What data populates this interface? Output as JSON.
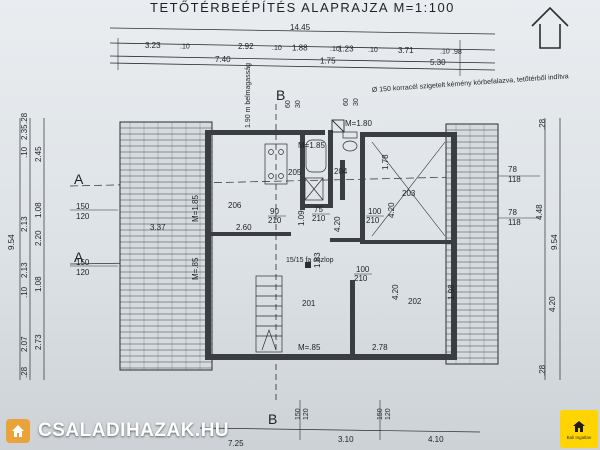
{
  "plan": {
    "title": "TETŐTÉRBEÉPÍTÉS ALAPRAJZA M=1:100",
    "top_dims": {
      "overall": "14.45",
      "row1": [
        "3.23",
        ".10",
        "2.92",
        ".10",
        "1.88",
        ".10",
        "1.23",
        ".10",
        "3.71",
        ".10",
        ".98"
      ],
      "row2": [
        "7.40",
        "1.75",
        "5.30"
      ]
    },
    "notes": {
      "chimney": "Ø 150 korracél szigetelt kémény körbefalazva, tetőtérből indítva",
      "floor_height": "1.90 m belmagasság",
      "column": "15/15 fa oszlop"
    },
    "rooms": [
      "206",
      "205",
      "204",
      "203",
      "201",
      "202"
    ],
    "left_dims": {
      "outer": "9.54",
      "col_a": [
        ".28",
        "2.07",
        ".10",
        "2.13",
        "2.13",
        ".10",
        "2.35",
        ".28"
      ],
      "col_b": [
        "2.45",
        "1.08",
        "2.20",
        "1.08",
        "2.73"
      ],
      "window_1": [
        "150",
        "120"
      ],
      "window_2": [
        "150",
        "120"
      ]
    },
    "right_dims": {
      "outer": "9.54",
      "col": [
        "4.48",
        "4.20",
        ".28",
        ".28"
      ],
      "window_1": [
        "78",
        "118"
      ],
      "window_2": [
        "78",
        "118"
      ]
    },
    "inner_labels": [
      "M=1.80",
      "M=1.85",
      "M=1.85",
      "M=.85",
      "M=.85",
      "2.78",
      "3.37",
      "2.60",
      "1.78",
      "4.20",
      "4.20",
      "1.98",
      "1.09",
      "1.83",
      "4.20"
    ],
    "door_labels": [
      {
        "w": "90",
        "h": "210"
      },
      {
        "w": "75",
        "h": "210"
      },
      {
        "w": "100",
        "h": "210"
      },
      {
        "w": "100",
        "h": "210"
      }
    ],
    "bottom_dims": [
      "7.25",
      "3.10",
      "4.10"
    ],
    "section_labels": {
      "a": "A",
      "b": "B"
    },
    "top_numbers": [
      "60",
      "30",
      "60",
      "30"
    ],
    "bottom_numbers": [
      "150",
      "120",
      "150",
      "120"
    ]
  },
  "watermark": {
    "brand_text": "CSALADIHAZAK.HU",
    "badge_text": "Bali Ingatlan"
  },
  "icons": {
    "north_arrow": "north-arrow-icon",
    "brand_logo": "house-logo-icon",
    "badge_logo": "house-badge-icon"
  },
  "colors": {
    "paper": "#e4e8eb",
    "ink": "#2a2e33",
    "brand_orange": "#e9a33b",
    "badge_yellow": "#ffd400"
  }
}
